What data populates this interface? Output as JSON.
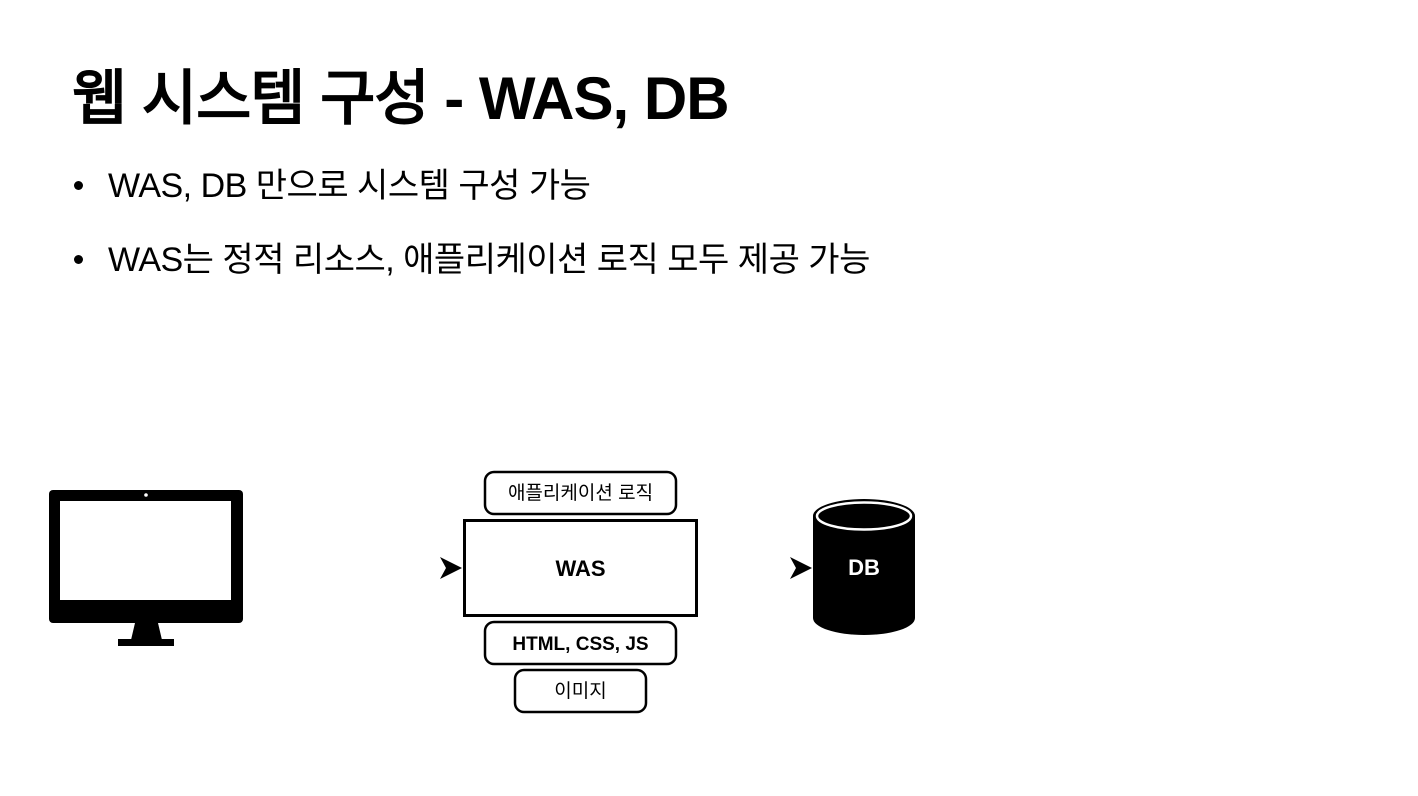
{
  "slide": {
    "title": "웹 시스템 구성 - WAS, DB",
    "bullets": [
      "WAS, DB 만으로 시스템 구성 가능",
      "WAS는 정적 리소스, 애플리케이션 로직 모두 제공 가능"
    ]
  },
  "diagram": {
    "client": {
      "icon": "computer-monitor-icon"
    },
    "was": {
      "label": "WAS",
      "top_tag": "애플리케이션 로직",
      "bottom_tags": [
        "HTML, CSS, JS",
        "이미지"
      ]
    },
    "db": {
      "label": "DB",
      "icon": "database-cylinder-icon"
    },
    "arrows": [
      "client-to-was",
      "was-to-db"
    ],
    "colors": {
      "ink": "#000000",
      "background": "#ffffff",
      "db_text": "#ffffff"
    }
  }
}
